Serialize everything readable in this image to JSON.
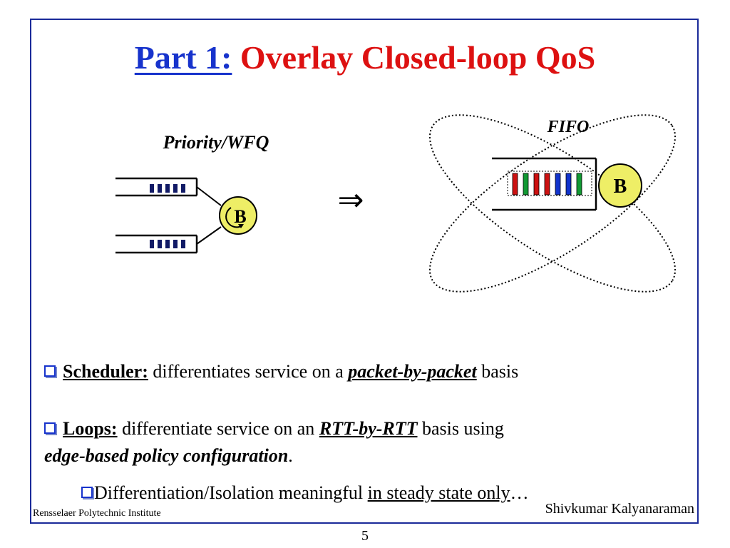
{
  "slide": {
    "title_part": "Part 1:",
    "title_rest": "Overlay Closed-loop QoS",
    "diagram": {
      "left_label": "Priority/WFQ",
      "left_node": "B",
      "arrow": "⇒",
      "right_label": "FIFO",
      "right_node": "B",
      "queue_colors": [
        "#cc1111",
        "#119933",
        "#cc1111",
        "#cc1111",
        "#1133cc",
        "#1133cc",
        "#119933"
      ]
    },
    "bullet1": {
      "term": "Scheduler:",
      "text1": " differentiates service on a ",
      "emph": "packet-by-packet",
      "text2": " basis"
    },
    "bullet2": {
      "term": "Loops:",
      "text1": " differentiate service on an ",
      "emph": "RTT-by-RTT",
      "text2": " basis using",
      "line2": "edge-based policy configuration",
      "line2_end": "."
    },
    "bullet3": {
      "text1": "Differentiation/Isolation meaningful ",
      "underlined": "in steady state only",
      "end": "…"
    },
    "footer_left": "Rensselaer Polytechnic Institute",
    "footer_right": "Shivkumar Kalyanaraman",
    "page_number": "5"
  }
}
